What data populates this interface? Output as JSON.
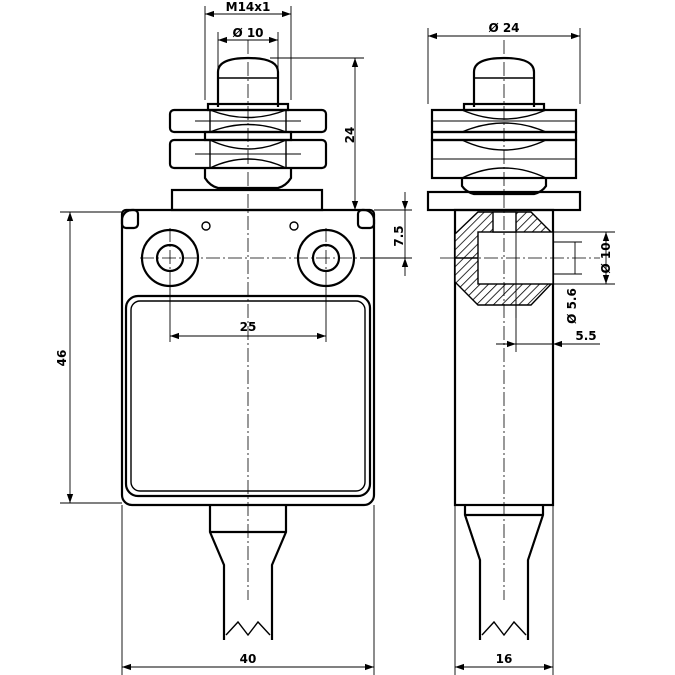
{
  "dimensions": {
    "thread": "M14x1",
    "plunger_dia": "Ø 10",
    "actuator_height": "24",
    "mount_hole_offset": "7.5",
    "hole_spacing": "25",
    "body_height": "46",
    "body_width": "40",
    "overall_dia": "Ø 24",
    "counterbore_dia": "Ø 10",
    "hole_dia": "Ø 5.6",
    "counterbore_depth": "5.5",
    "body_depth": "16"
  }
}
